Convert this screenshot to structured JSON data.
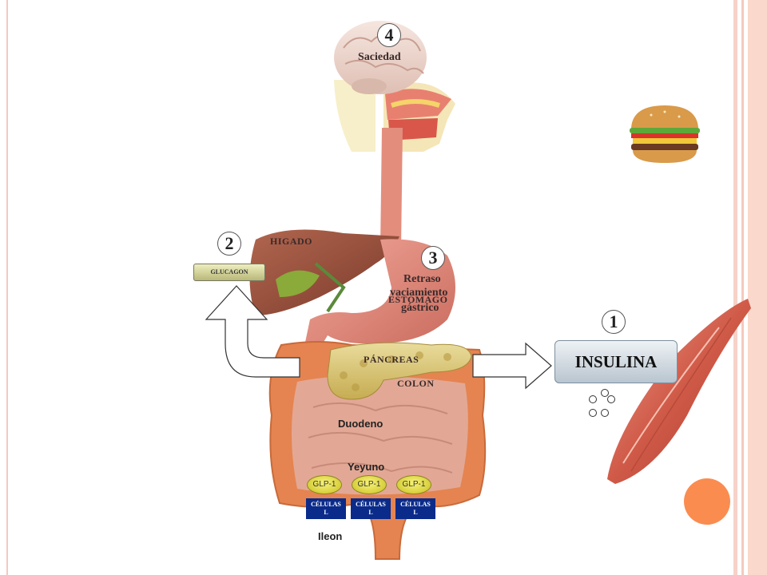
{
  "markers": {
    "n1": "1",
    "n2": "2",
    "n3": "3",
    "n4": "4"
  },
  "labels": {
    "saciedad": "Saciedad",
    "higado": "HIGADO",
    "glucagon": "GLUCAGON",
    "retraso_1": "Retraso",
    "retraso_2": "vaciamiento",
    "retraso_3": "gástrico",
    "estomago": "ESTOMAGO",
    "pancreas": "PÁNCREAS",
    "colon": "COLON",
    "insulina": "INSULINA",
    "duodeno": "Duodeno",
    "yeyuno": "Yeyuno",
    "ileon": "Ileon"
  },
  "glp_cells": [
    {
      "glp": "GLP-1",
      "line1": "CÉLULAS",
      "line2": "L"
    },
    {
      "glp": "GLP-1",
      "line1": "CÉLULAS",
      "line2": "L"
    },
    {
      "glp": "GLP-1",
      "line1": "CÉLULAS",
      "line2": "L"
    }
  ],
  "colors": {
    "accent_circle": "#fa8c50",
    "frame": "#f4c8c0",
    "cells": "#0a2b8a"
  }
}
